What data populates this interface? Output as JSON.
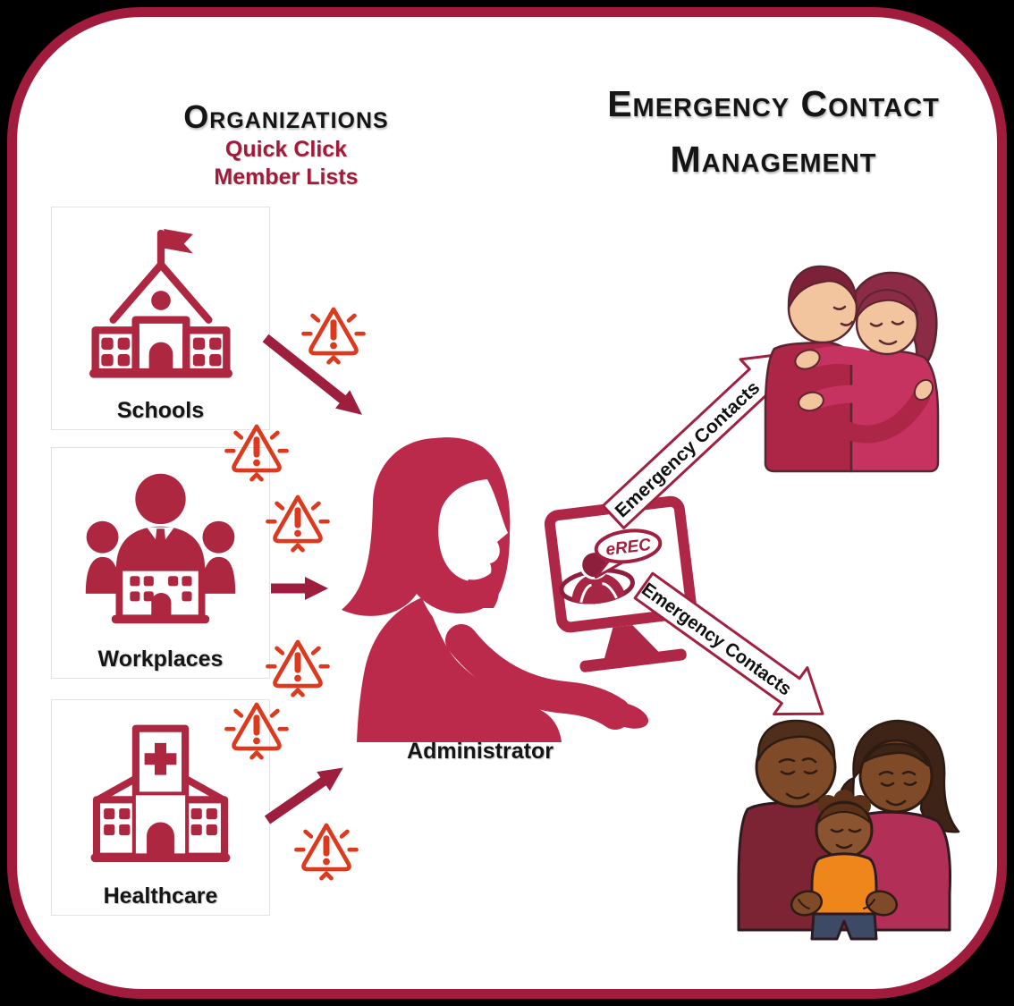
{
  "header": {
    "main_title": "Emergency Contact Management",
    "organizations_title": "Organizations",
    "organizations_subtitle_line1": "Quick Click",
    "organizations_subtitle_line2": "Member Lists"
  },
  "organizations": [
    {
      "label": "Schools",
      "icon": "school-building-icon"
    },
    {
      "label": "Workplaces",
      "icon": "workplace-team-icon"
    },
    {
      "label": "Healthcare",
      "icon": "hospital-building-icon"
    }
  ],
  "administrator": {
    "label": "Administrator",
    "icon": "administrator-woman-silhouette"
  },
  "monitor": {
    "icon": "computer-monitor-icon",
    "screen_user_icon": "user-avatar-icon",
    "speech_bubble_text": "eREC"
  },
  "emergency_arrows": [
    {
      "label": "Emergency Contacts",
      "direction": "up-right",
      "target": "hugging-couple-illustration"
    },
    {
      "label": "Emergency Contacts",
      "direction": "down-right",
      "target": "family-illustration"
    }
  ],
  "warning_icons": {
    "icon": "alert-warning-icon",
    "count": 6,
    "color": "#DC3A1F"
  },
  "flow_arrows": {
    "icon": "flow-arrow",
    "count": 3,
    "color": "#9E1E3E"
  },
  "illustrations": [
    {
      "name": "hugging-couple-illustration"
    },
    {
      "name": "family-illustration"
    }
  ],
  "colors": {
    "frame_border": "#A11C3C",
    "background": "#FFFFFF",
    "outside": "#000000",
    "primary_red": "#AD2740",
    "admin_red": "#BC2A4B",
    "warning_orange": "#DC3A1F",
    "subtitle_red": "#A01C3C",
    "title_text": "#151515",
    "magenta": "#C63361",
    "dark_maroon_shirt": "#7C2433",
    "orange_shirt": "#EF861B"
  }
}
